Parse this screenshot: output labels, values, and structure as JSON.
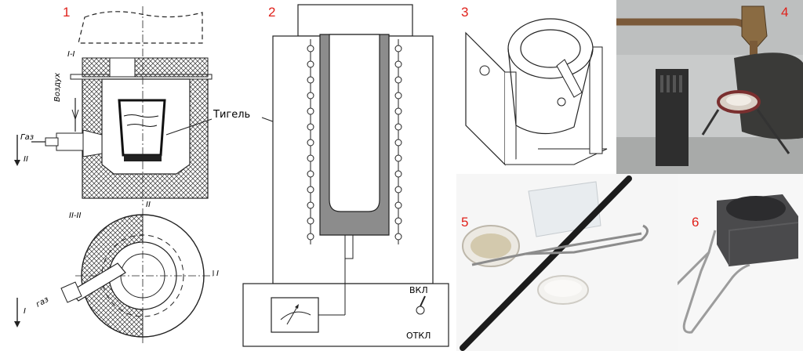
{
  "panels": [
    {
      "number": "1",
      "section_top": "I-I",
      "section_bottom": "II-II",
      "label_air": "Воздух",
      "label_gas": "Газ",
      "label_gas_bottom": "газ",
      "mark_I": "I",
      "mark_II": "II",
      "label_crucible": "Тигель"
    },
    {
      "number": "2",
      "label_on": "ВКЛ",
      "label_off": "ОТКЛ"
    },
    {
      "number": "3"
    },
    {
      "number": "4"
    },
    {
      "number": "5"
    },
    {
      "number": "6"
    }
  ],
  "colors": {
    "number_red": "#e0211b",
    "crucible_grey": "#8c8c8c"
  }
}
